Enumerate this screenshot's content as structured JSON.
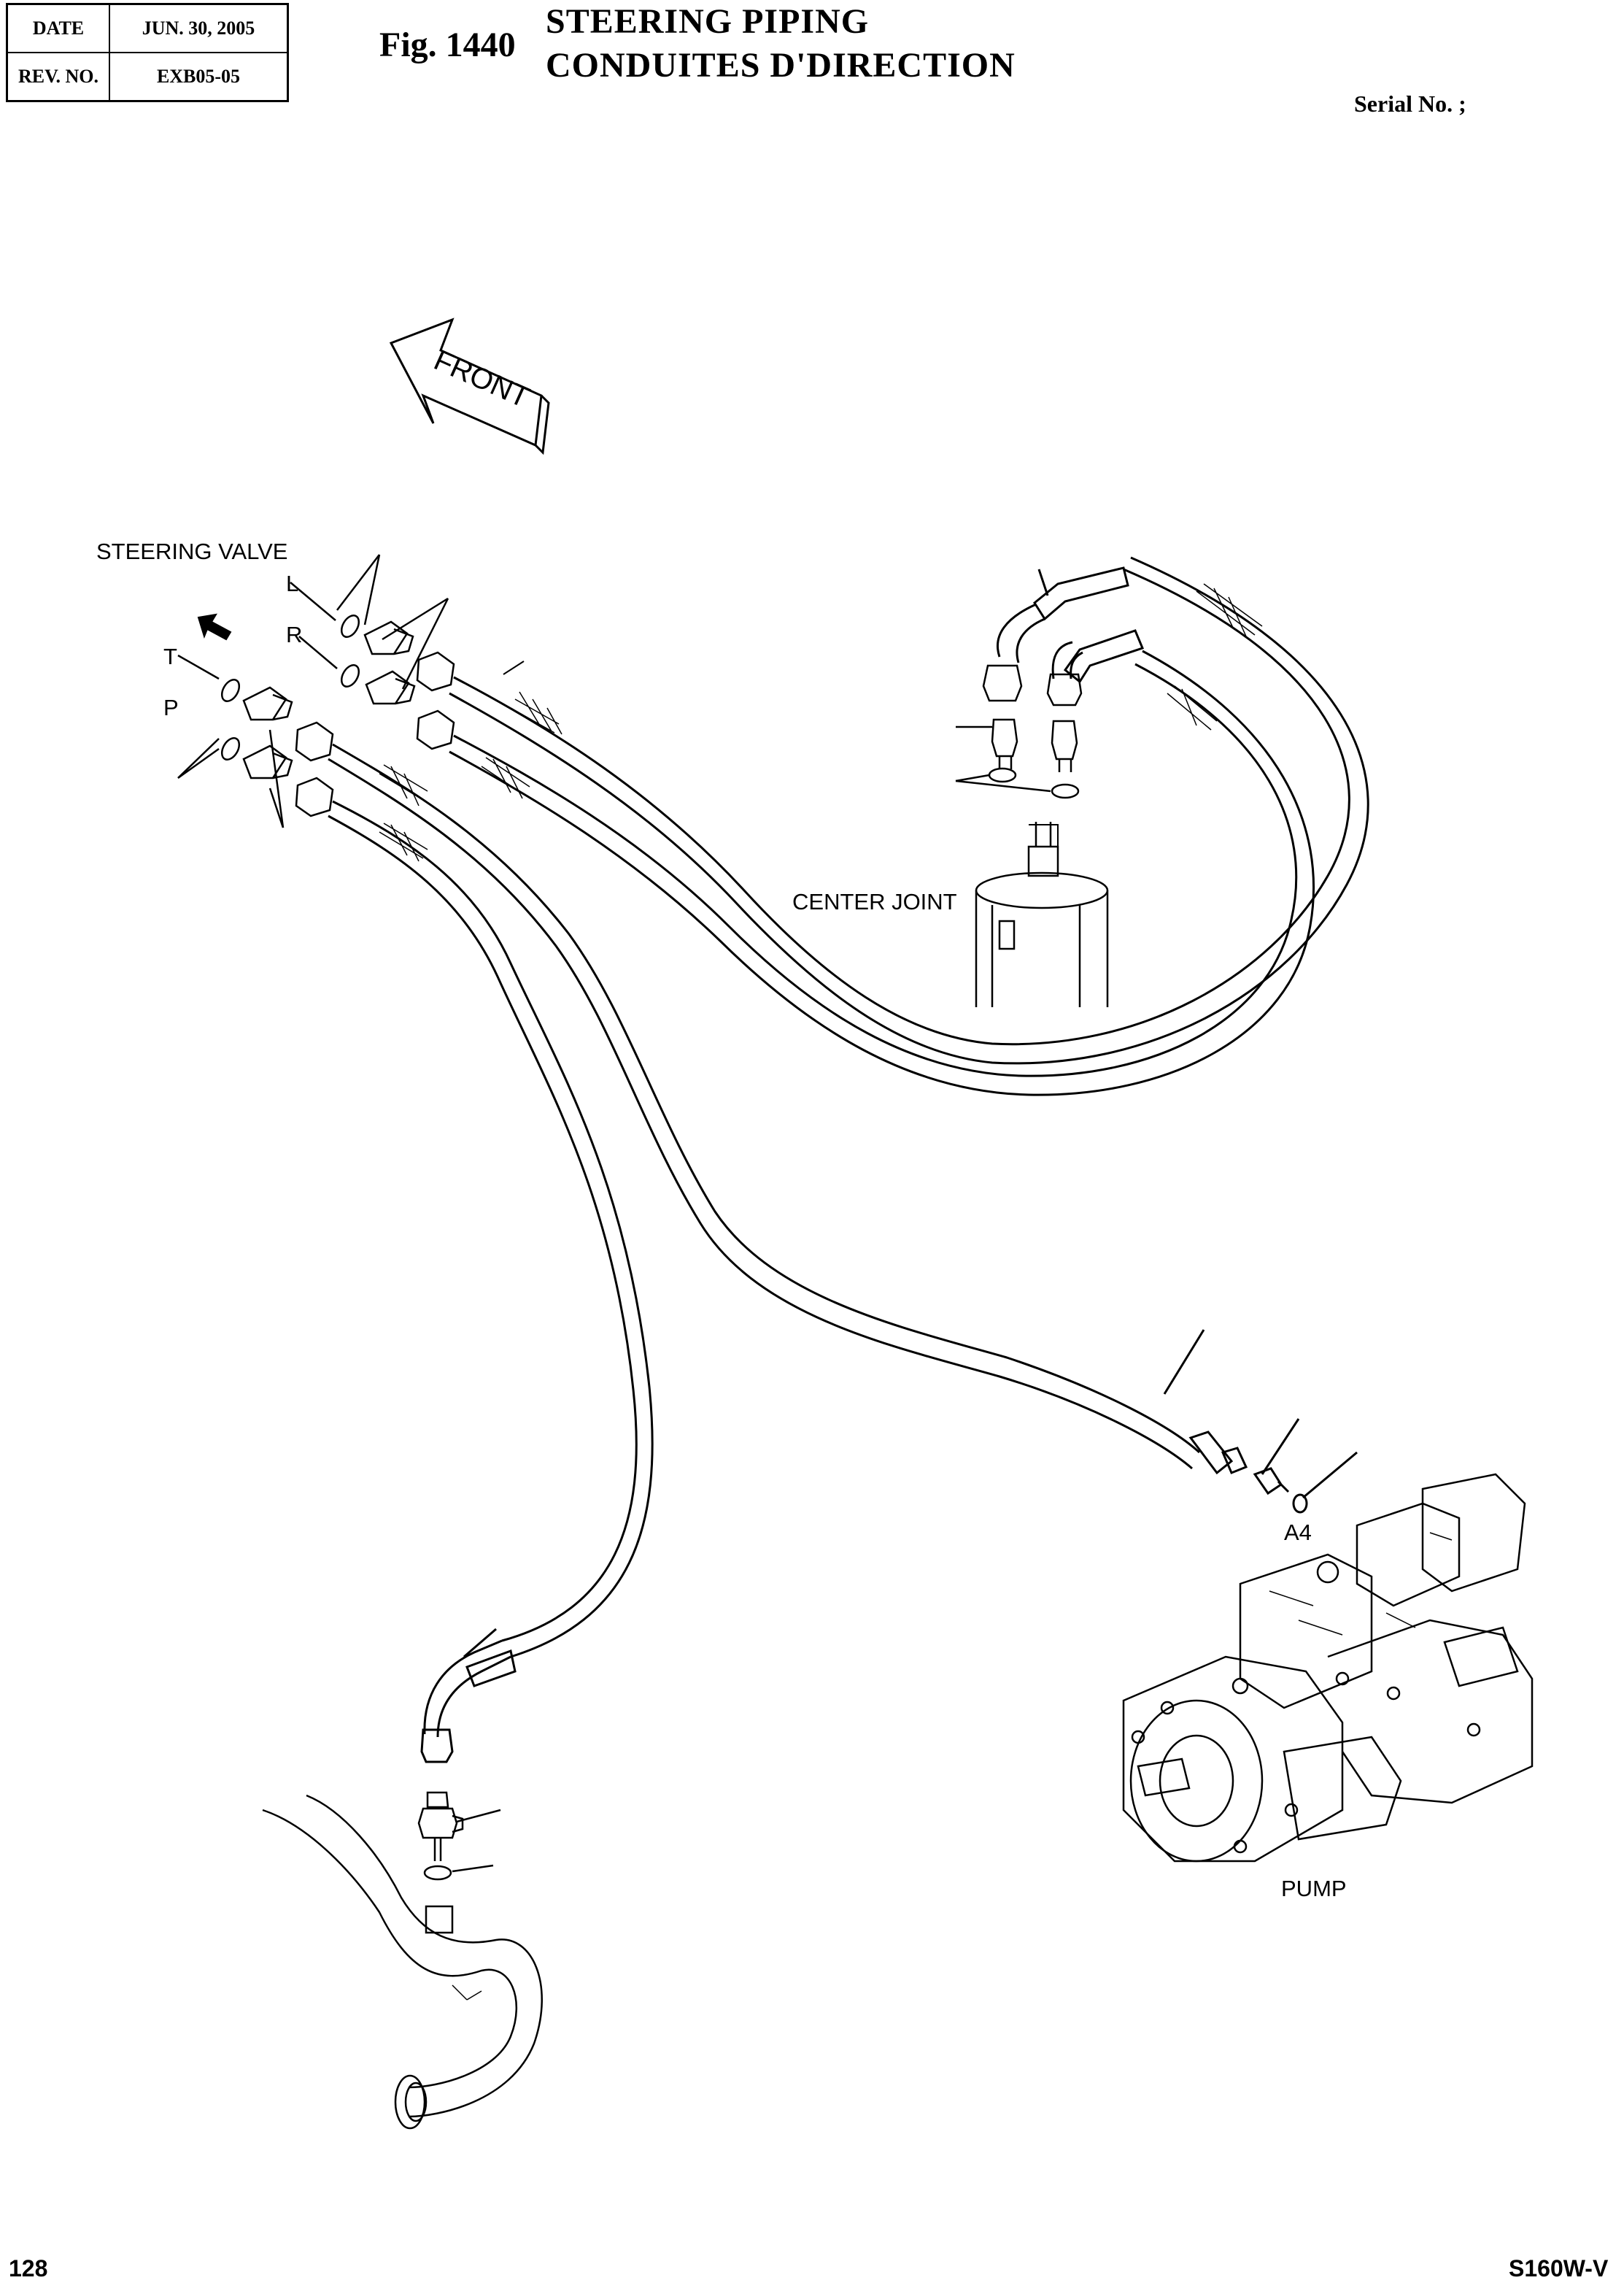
{
  "header": {
    "date_label": "DATE",
    "date_value": "JUN. 30, 2005",
    "rev_label": "REV. NO.",
    "rev_value": "EXB05-05",
    "fig_number": "Fig. 1440",
    "title_en": "STEERING PIPING",
    "title_fr": "CONDUITES D'DIRECTION",
    "serial": "Serial No. ;"
  },
  "labels": {
    "front": "FRONT",
    "steering_valve": "STEERING VALVE",
    "port_l": "L",
    "port_r": "R",
    "port_t": "T",
    "port_p": "P",
    "center_joint": "CENTER JOINT",
    "port_a4": "A4",
    "pump": "PUMP"
  },
  "footer": {
    "page_number": "128",
    "model": "S160W-V"
  }
}
